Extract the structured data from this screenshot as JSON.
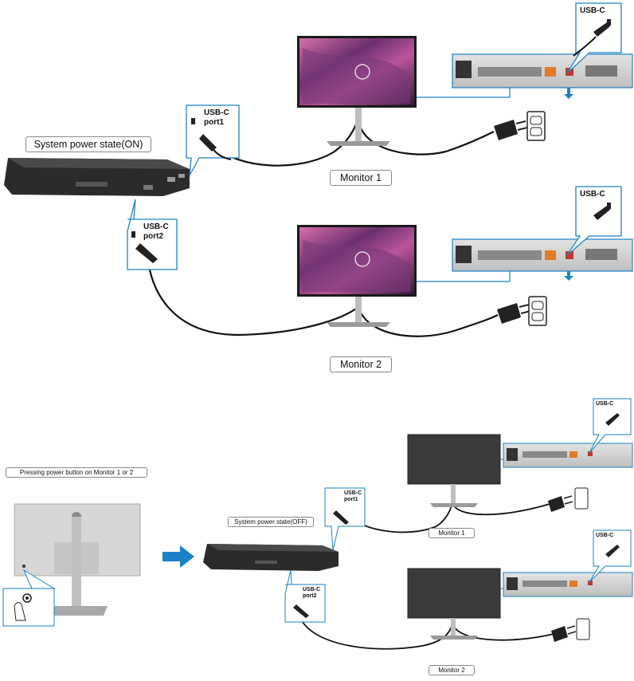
{
  "top": {
    "system_state": "System power state(ON)",
    "monitor1": "Monitor 1",
    "monitor2": "Monitor 2",
    "port1": "USB-C\nport1",
    "port2": "USB-C\nport2",
    "usbc_a": "USB-C",
    "usbc_b": "USB-C"
  },
  "bottom": {
    "pressing": "Pressing power button on Monitor 1 or 2",
    "system_state": "System power state(OFF)",
    "monitor1": "Monitor 1",
    "monitor2": "Monitor 2",
    "port1": "USB-C\nport1",
    "port2": "USB-C\nport2",
    "usbc_a": "USB-C",
    "usbc_b": "USB-C"
  },
  "colors": {
    "arrow": "#1a82c6",
    "dock": "#2b2b2b",
    "cable": "#111111",
    "monitor_off": "#3a3a3a",
    "border": "#888888"
  },
  "icons": [
    "power-plug-icon",
    "wall-outlet-icon",
    "usb-c-connector-icon",
    "arrow-right-icon",
    "arrow-up-icon",
    "power-button-icon",
    "hand-icon"
  ]
}
